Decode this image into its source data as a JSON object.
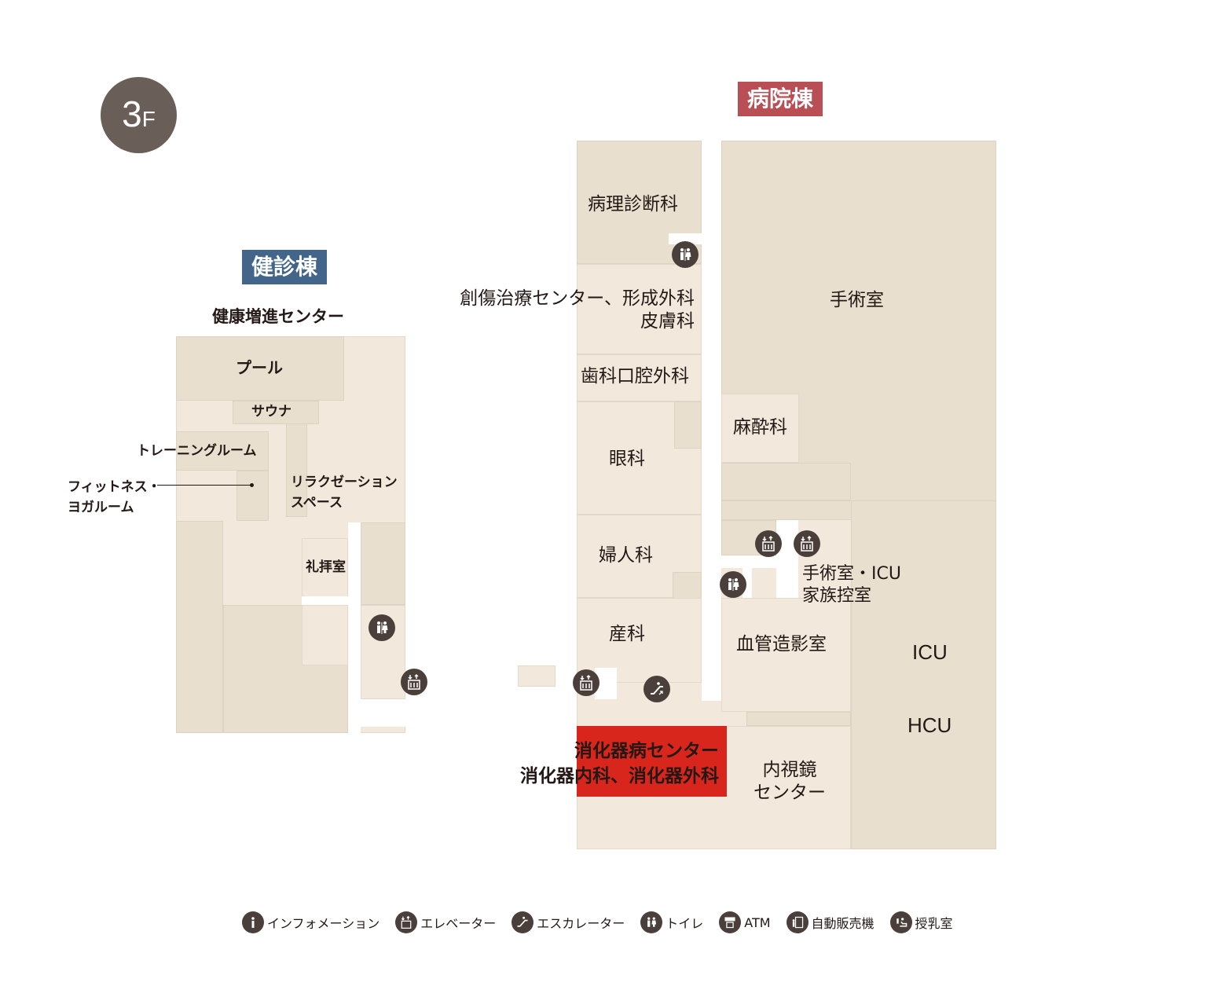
{
  "floor": {
    "number": "3",
    "unit": "F"
  },
  "buildings": {
    "health_check": {
      "name": "健診棟",
      "color": "#436589",
      "subtitle": "健康増進センター"
    },
    "hospital": {
      "name": "病院棟",
      "color": "#b94f55"
    }
  },
  "health_check_rooms": {
    "pool": "プール",
    "sauna": "サウナ",
    "training": "トレーニングルーム",
    "fitness_line1": "フィットネス・",
    "fitness_line2": "ヨガルーム",
    "relax_line1": "リラクゼーション",
    "relax_line2": "スペース",
    "prayer": "礼拝室"
  },
  "hospital_rooms": {
    "pathology": "病理診断科",
    "wound_line1": "創傷治療センター、形成外科",
    "wound_line2": "皮膚科",
    "dental": "歯科口腔外科",
    "ophthalmology": "眼科",
    "gynecology": "婦人科",
    "obstetrics": "産科",
    "surgery": "手術室",
    "anesthesiology": "麻酔科",
    "family_line1": "手術室・ICU",
    "family_line2": "家族控室",
    "angiography": "血管造影室",
    "icu": "ICU",
    "hcu": "HCU",
    "endoscopy_line1": "内視鏡",
    "endoscopy_line2": "センター",
    "digestive_line1": "消化器病センター",
    "digestive_line2": "消化器内科、消化器外科",
    "highlight_color": "#d9261c"
  },
  "legend": [
    {
      "icon": "information-icon",
      "label": "インフォメーション"
    },
    {
      "icon": "elevator-icon",
      "label": "エレベーター"
    },
    {
      "icon": "escalator-icon",
      "label": "エスカレーター"
    },
    {
      "icon": "restroom-icon",
      "label": "トイレ"
    },
    {
      "icon": "atm-icon",
      "label": "ATM"
    },
    {
      "icon": "vending-machine-icon",
      "label": "自動販売機"
    },
    {
      "icon": "nursing-room-icon",
      "label": "授乳室"
    }
  ]
}
